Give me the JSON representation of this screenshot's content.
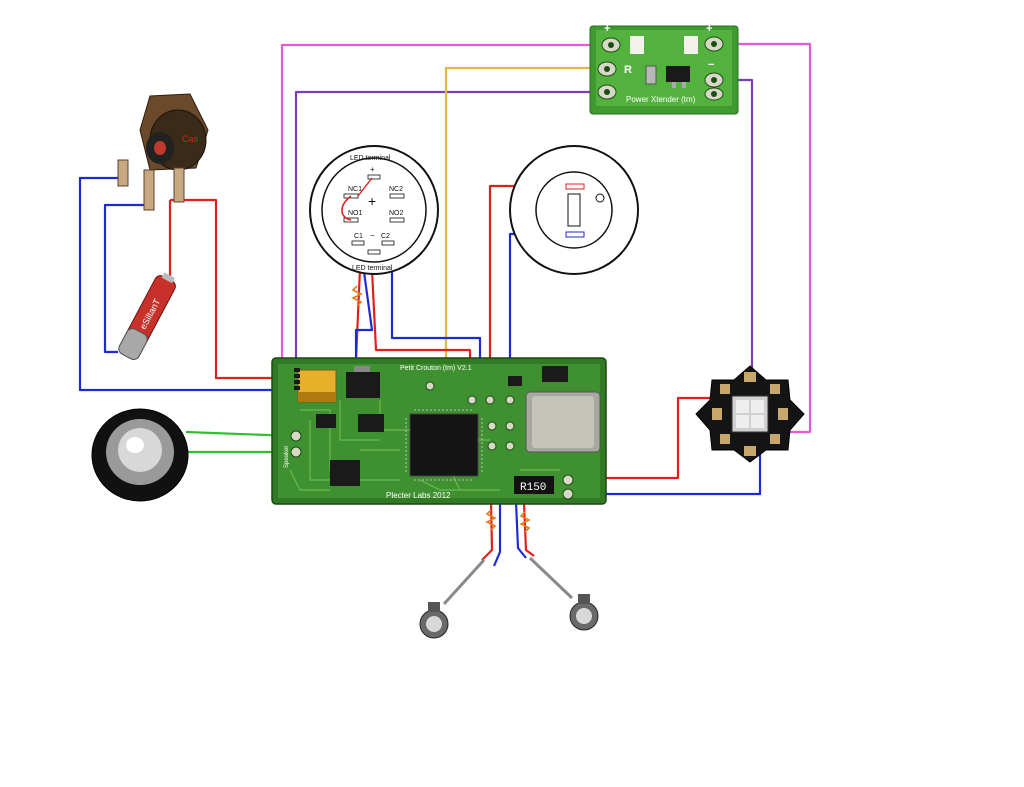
{
  "colors": {
    "wire_red": "#e0201c",
    "wire_blue": "#1f2ad1",
    "wire_pink": "#e25ad6",
    "wire_purple": "#7a3fb5",
    "wire_yellow": "#e0b84a",
    "wire_green": "#2fbf2f",
    "pcb_green": "#2f7a22",
    "pcb_light": "#5fb04a",
    "resistor": "#e87a1e"
  },
  "power_xtender": {
    "label": "Power Xtender (tm)",
    "plus_left": "+",
    "plus_right": "+",
    "minus_right": "−",
    "r_label": "R"
  },
  "jack": {
    "label": "Cas"
  },
  "battery": {
    "label": "eSiltanT"
  },
  "switch_lower": {
    "top_label": "LED terminal",
    "bottom_label": "LED terminal",
    "plus": "+",
    "minus": "−",
    "nc1": "NC1",
    "nc2": "NC2",
    "no1": "NO1",
    "no2": "NO2",
    "c1": "C1",
    "c2": "C2",
    "center": "+"
  },
  "board": {
    "title": "Petit Crouton (tm) V2.1",
    "maker": "Plecter Labs 2012",
    "resistor_code": "R150",
    "speaker_label": "Speaker"
  },
  "led_star": {
    "label": ""
  }
}
